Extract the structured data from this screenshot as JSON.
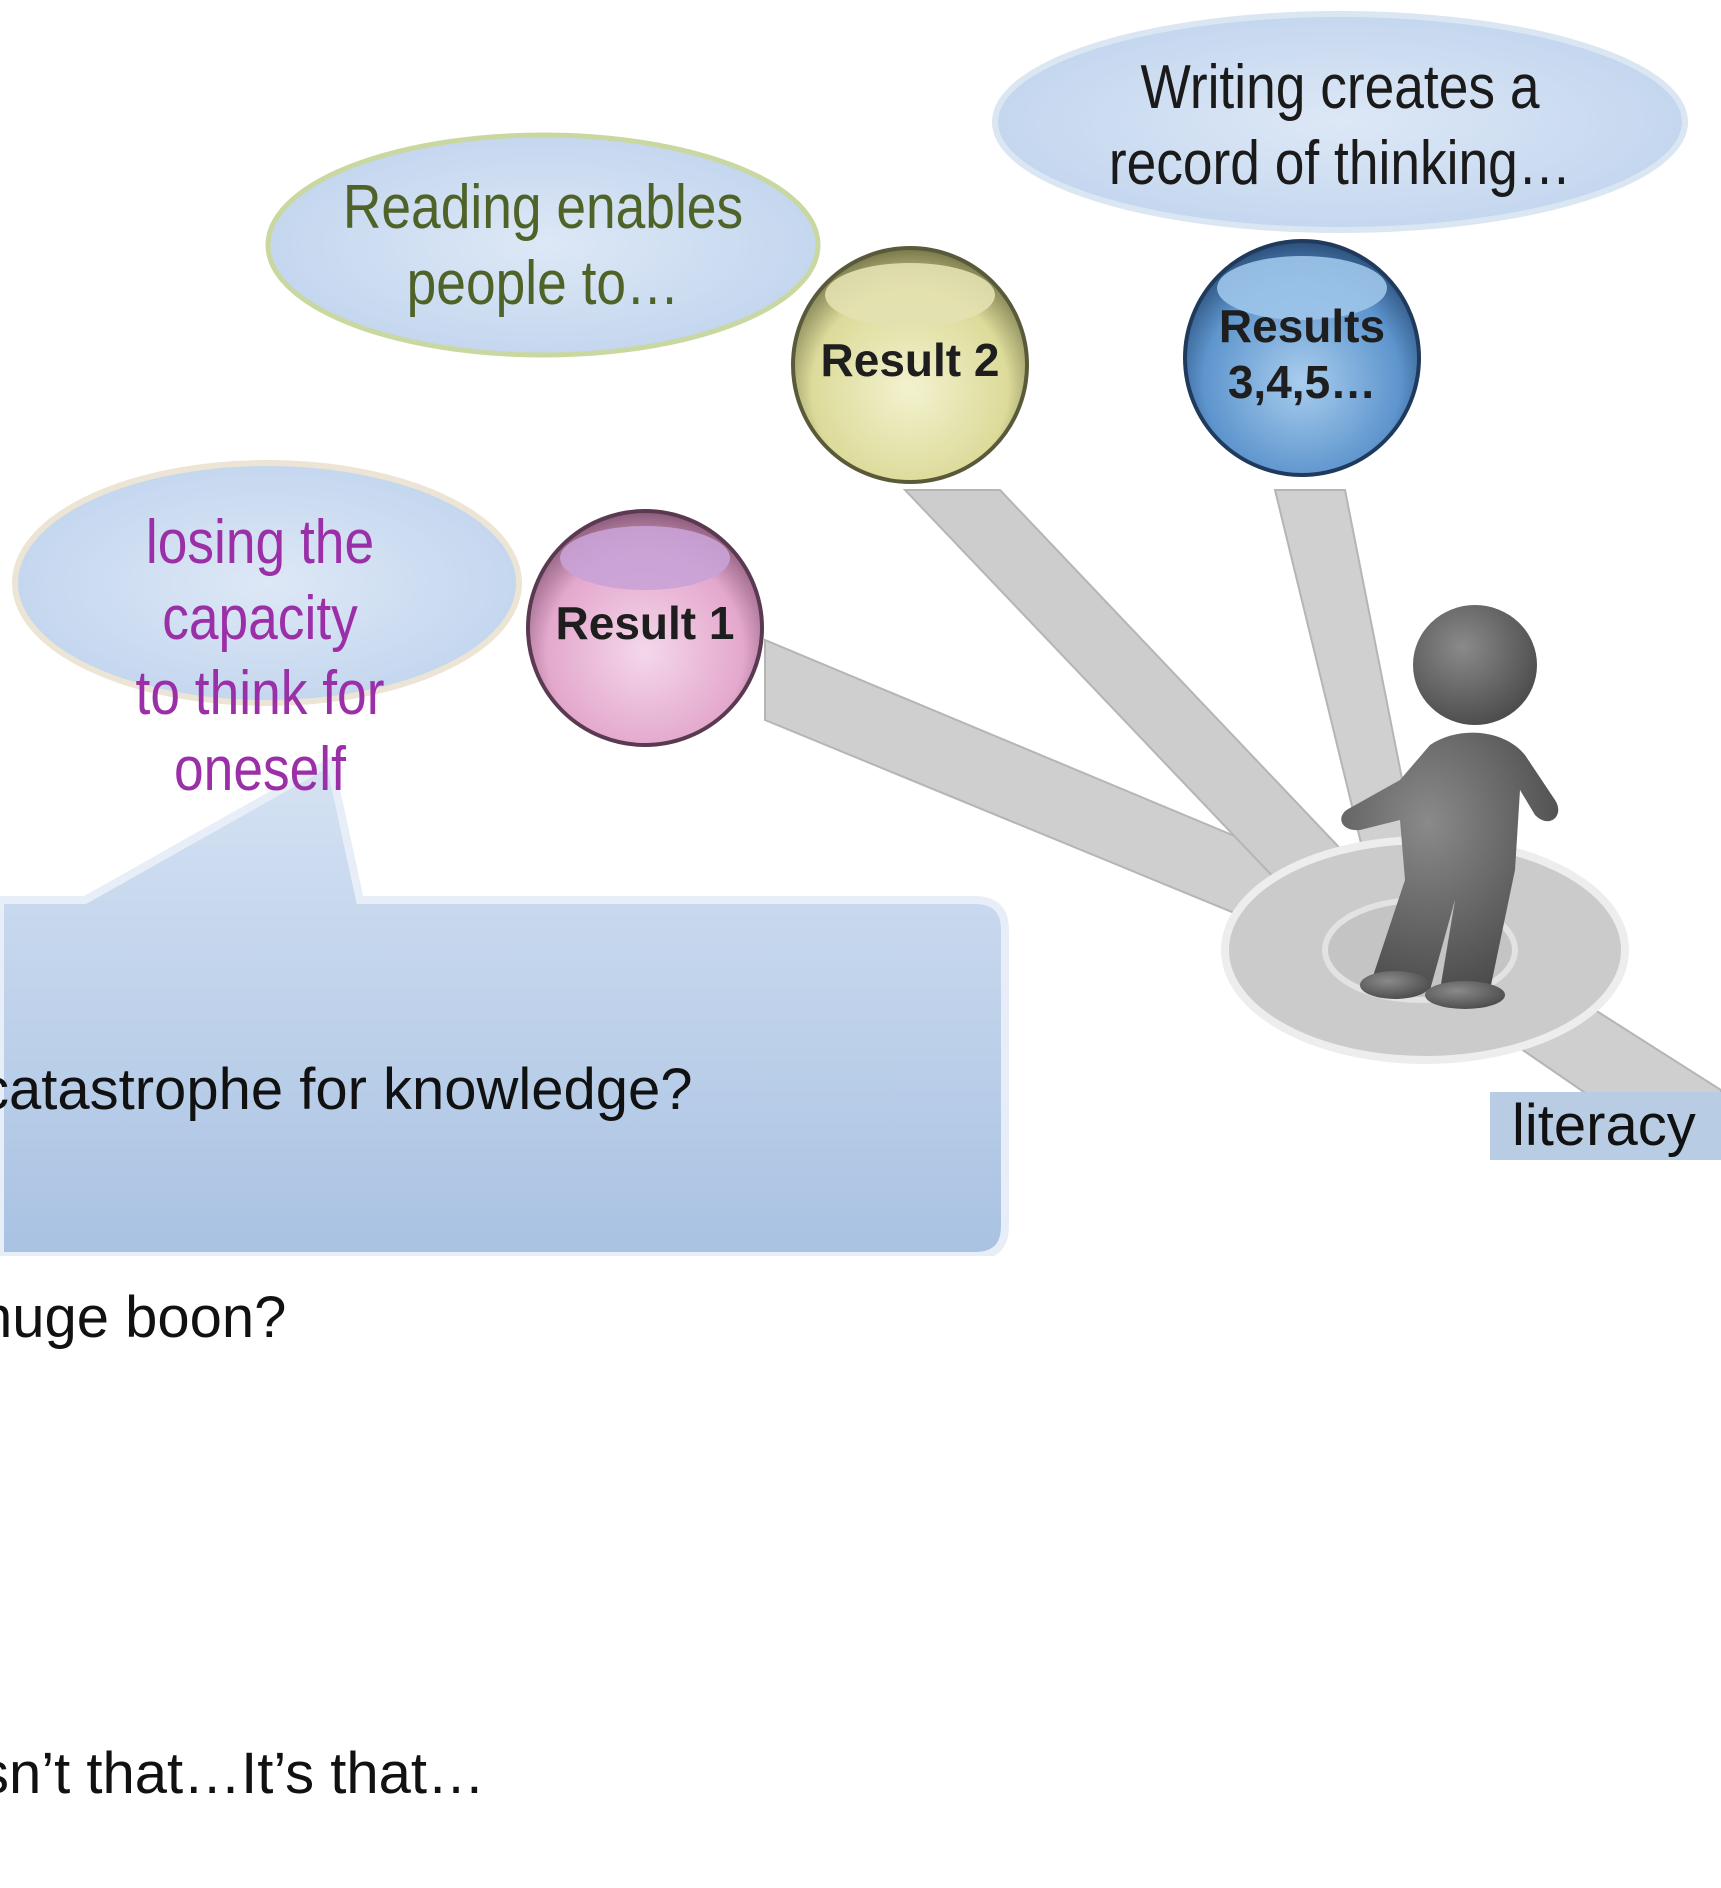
{
  "ovals": {
    "reading": {
      "line1": "Reading enables",
      "line2": "people to…",
      "color": "#4f6228"
    },
    "writing": {
      "line1": "Writing creates a",
      "line2": "record of thinking…",
      "color": "#1a1a1a"
    },
    "losing": {
      "line1": "losing the capacity",
      "line2": "to think for oneself",
      "color": "#9b2fa8"
    }
  },
  "balls": {
    "result1": "Result 1",
    "result2": "Result 2",
    "results3_line1": "Results",
    "results3_line2": "3,4,5…"
  },
  "callout": {
    "line1": "catastrophe for knowledge?",
    "line2": "huge boon?",
    "line3": "",
    "line4": "sn’t that…It’s that…"
  },
  "label_literacy": "literacy",
  "colors": {
    "oval_fill": "#c9daf0",
    "callout_fill": "#c3d4ea",
    "literacy_box": "#b8cce4"
  }
}
